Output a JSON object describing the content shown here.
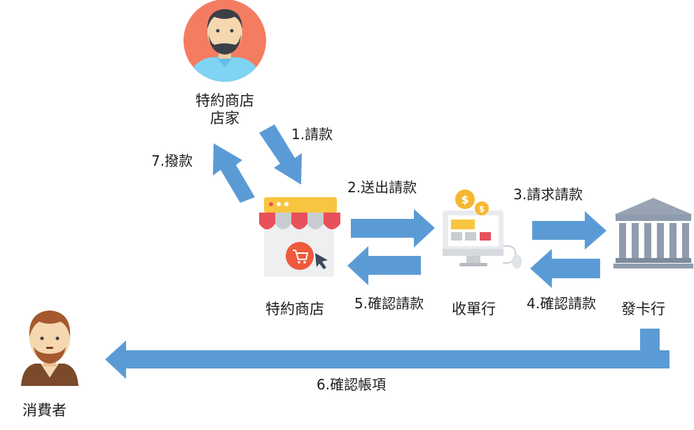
{
  "nodes": {
    "merchant_owner": {
      "line1": "特約商店",
      "line2": "店家"
    },
    "merchant_store": {
      "label": "特約商店"
    },
    "acquirer": {
      "label": "收單行"
    },
    "issuer": {
      "label": "發卡行"
    },
    "consumer": {
      "label": "消費者"
    }
  },
  "steps": [
    {
      "label": "1.請款"
    },
    {
      "label": "2.送出請款"
    },
    {
      "label": "3.請求請款"
    },
    {
      "label": "4.確認請款"
    },
    {
      "label": "5.確認請款"
    },
    {
      "label": "6.確認帳項"
    },
    {
      "label": "7.撥款"
    }
  ],
  "colors": {
    "arrow": "#5b9bd5",
    "owner_circle": "#f47c61",
    "shirt": "#7fd3f3",
    "hair": "#3b3f47",
    "skin": "#f5d7b0",
    "consumer_hair": "#a5592d",
    "bank": "#8f9cad",
    "awning_red": "#e8505b",
    "awning_gray": "#c9ccd1",
    "awning_yellow": "#f8c541",
    "coin": "#f7b731"
  }
}
